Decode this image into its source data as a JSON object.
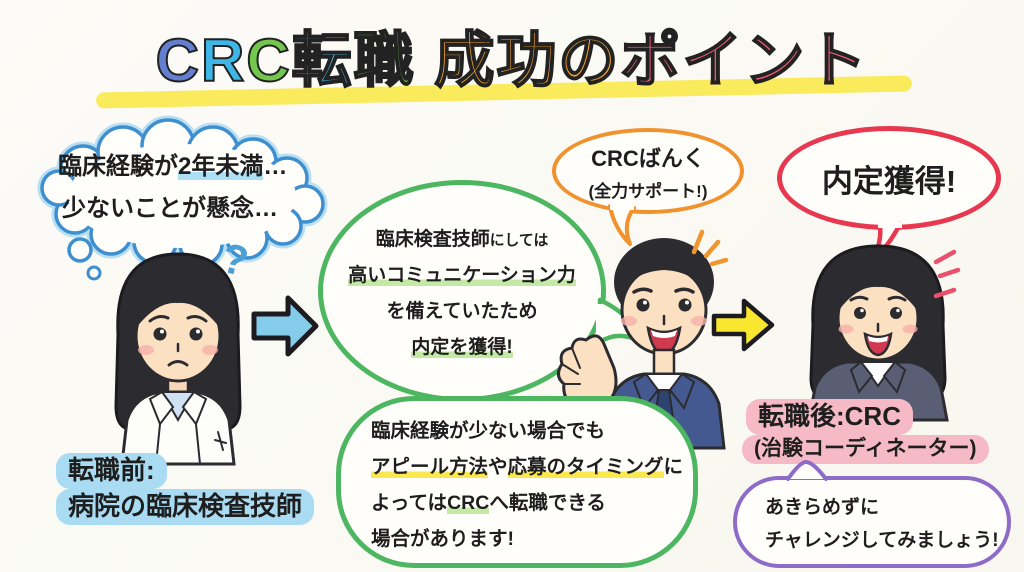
{
  "title": {
    "segments": [
      {
        "t": "C",
        "color": "#657fd0"
      },
      {
        "t": "R",
        "color": "#3fb6e8"
      },
      {
        "t": "C",
        "color": "#74c74e"
      },
      {
        "t": "転",
        "color": "#45b1e3"
      },
      {
        "t": "職",
        "color": "#74c74e"
      },
      {
        "t": " 成功の",
        "color": "#f5a12d"
      },
      {
        "t": "ポイント",
        "color": "#e85a77"
      }
    ],
    "underline_color": "#f9e94d"
  },
  "left": {
    "thought_bubble": {
      "border_color": "#3e8fd0",
      "lines": [
        [
          {
            "t": "臨床経験が"
          },
          {
            "t": "2年未満",
            "hl": "#ade0f7"
          },
          {
            "t": "…"
          }
        ],
        [
          {
            "t": "少ないことが懸念…"
          }
        ]
      ]
    },
    "question_mark": "?",
    "question_mark_color": "#4a9fd8",
    "label": {
      "bg": "#a9dcf3",
      "lines": [
        [
          {
            "t": "転職前:",
            "pill": "#a9dcf3"
          }
        ],
        [
          {
            "t": "病院の臨床検査技師",
            "pill": "#a9dcf3"
          }
        ]
      ]
    }
  },
  "center": {
    "speech_bubble": {
      "border_color": "#4db661",
      "lines": [
        [
          {
            "t": "臨床検査技師"
          },
          {
            "t": "にしては",
            "small": true
          }
        ],
        [
          {
            "t": "高いコミュニケーション力",
            "hl": "#c3e9a4"
          }
        ],
        [
          {
            "t": "を備えていたため"
          }
        ],
        [
          {
            "t": "内定を獲得!",
            "hl": "#c3e9a4"
          }
        ]
      ]
    },
    "note_bubble": {
      "border_color": "#4db661",
      "lines": [
        [
          {
            "t": "臨床経験が少ない場合でも"
          }
        ],
        [
          {
            "t": "アピール方法",
            "hl": "#fae84e"
          },
          {
            "t": "や"
          },
          {
            "t": "応募のタイミング",
            "hl": "#fae84e"
          },
          {
            "t": "に"
          }
        ],
        [
          {
            "t": "よっては"
          },
          {
            "t": "CRC",
            "hl": "#c3e9a4"
          },
          {
            "t": "へ転職できる"
          }
        ],
        [
          {
            "t": "場合があります!"
          }
        ]
      ]
    },
    "service_bubble": {
      "border_color": "#f0922e",
      "lines": [
        [
          {
            "t": "CRCばんく"
          }
        ],
        [
          {
            "t": "(全力サポート!)"
          }
        ]
      ]
    }
  },
  "right": {
    "offer_bubble": {
      "border_color": "#e73850",
      "lines": [
        [
          {
            "t": "内定獲得!"
          }
        ]
      ]
    },
    "label": {
      "bg": "#f6bac6",
      "lines": [
        [
          {
            "t": "転職後:CRC",
            "pill": "#f6bac6"
          }
        ],
        [
          {
            "t": "(治験コーディネーター)",
            "pill": "#f6bac6"
          }
        ]
      ]
    },
    "cheer_bubble": {
      "border_color": "#8e6bc8",
      "lines": [
        [
          {
            "t": "あきらめずに"
          }
        ],
        [
          {
            "t": "チャレンジしてみましょう!"
          }
        ]
      ]
    }
  },
  "arrows": {
    "left_arrow_color": "#85ccea",
    "right_arrow_color": "#f9e62e"
  },
  "colors": {
    "cloud_border": "#3e8fd0",
    "cloud_inner": "#b8dff2",
    "emphasis_orange": "#ef9630",
    "emphasis_pink": "#e8506c"
  }
}
